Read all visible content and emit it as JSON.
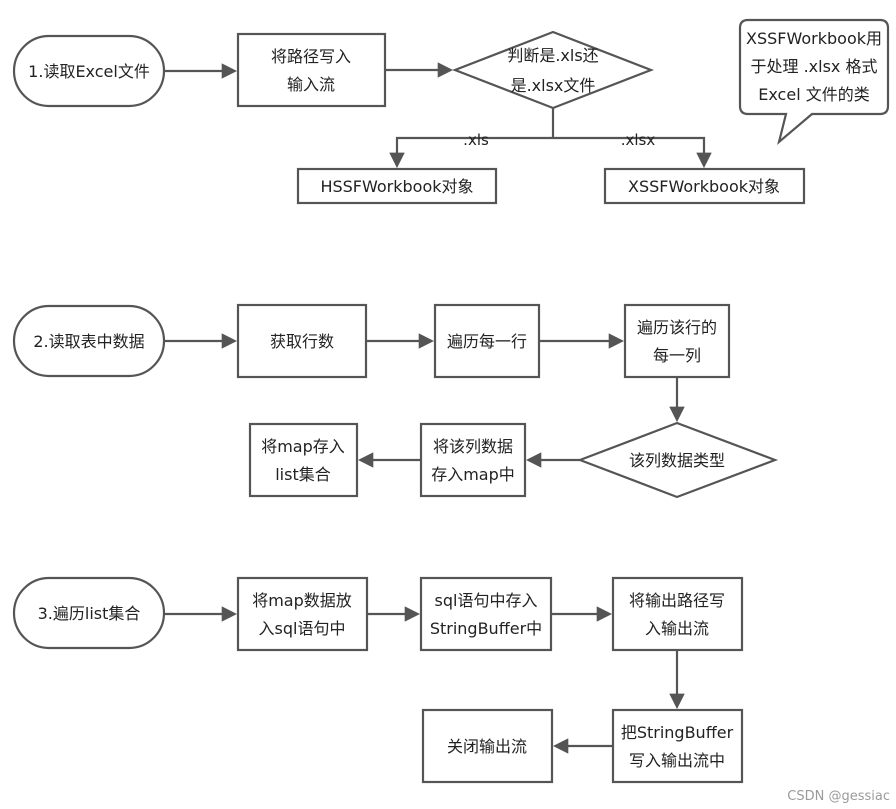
{
  "section1": {
    "start": "1.读取Excel文件",
    "write_path": [
      "将路径写入",
      "输入流"
    ],
    "decision": [
      "判断是.xls还",
      "是.xlsx文件"
    ],
    "branch_xls_label": ".xls",
    "branch_xlsx_label": ".xlsx",
    "hssf_object": "HSSFWorkbook对象",
    "xssf_object": "XSSFWorkbook对象",
    "callout": [
      "XSSFWorkbook用",
      "于处理 .xlsx 格式",
      "Excel 文件的类"
    ]
  },
  "section2": {
    "start": "2.读取表中数据",
    "get_rows": "获取行数",
    "each_row": "遍历每一行",
    "each_col": [
      "遍历该行的",
      "每一列"
    ],
    "data_type": "该列数据类型",
    "store_map": [
      "将该列数据",
      "存入map中"
    ],
    "store_list": [
      "将map存入",
      "list集合"
    ]
  },
  "section3": {
    "start": "3.遍历list集合",
    "put_sql": [
      "将map数据放",
      "入sql语句中"
    ],
    "store_buffer": [
      "sql语句中存入",
      "StringBuffer中"
    ],
    "write_output_path": [
      "将输出路径写",
      "入输出流"
    ],
    "write_buffer": [
      "把StringBuffer",
      "写入输出流中"
    ],
    "close_stream": "关闭输出流"
  },
  "watermark": "CSDN @gessiac"
}
